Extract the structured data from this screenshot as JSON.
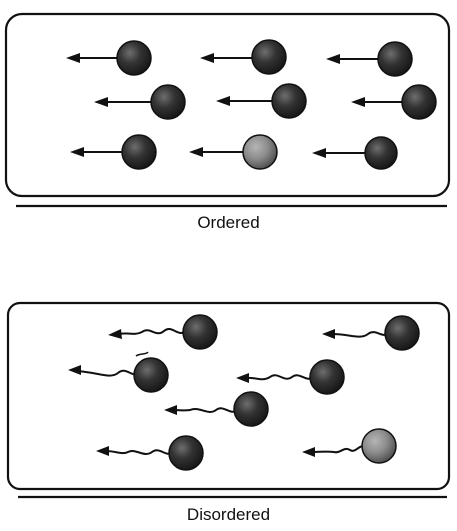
{
  "panels": {
    "ordered": {
      "caption": "Ordered"
    },
    "disordered": {
      "caption": "Disordered"
    }
  },
  "colors": {
    "ink": "#111111",
    "particle_dark": "#262626",
    "particle_highlight": "#6e6e6e",
    "particle_light": "#8c8c8c",
    "background": "#ffffff"
  },
  "particle_icon": "sphere-with-motion-arrow"
}
